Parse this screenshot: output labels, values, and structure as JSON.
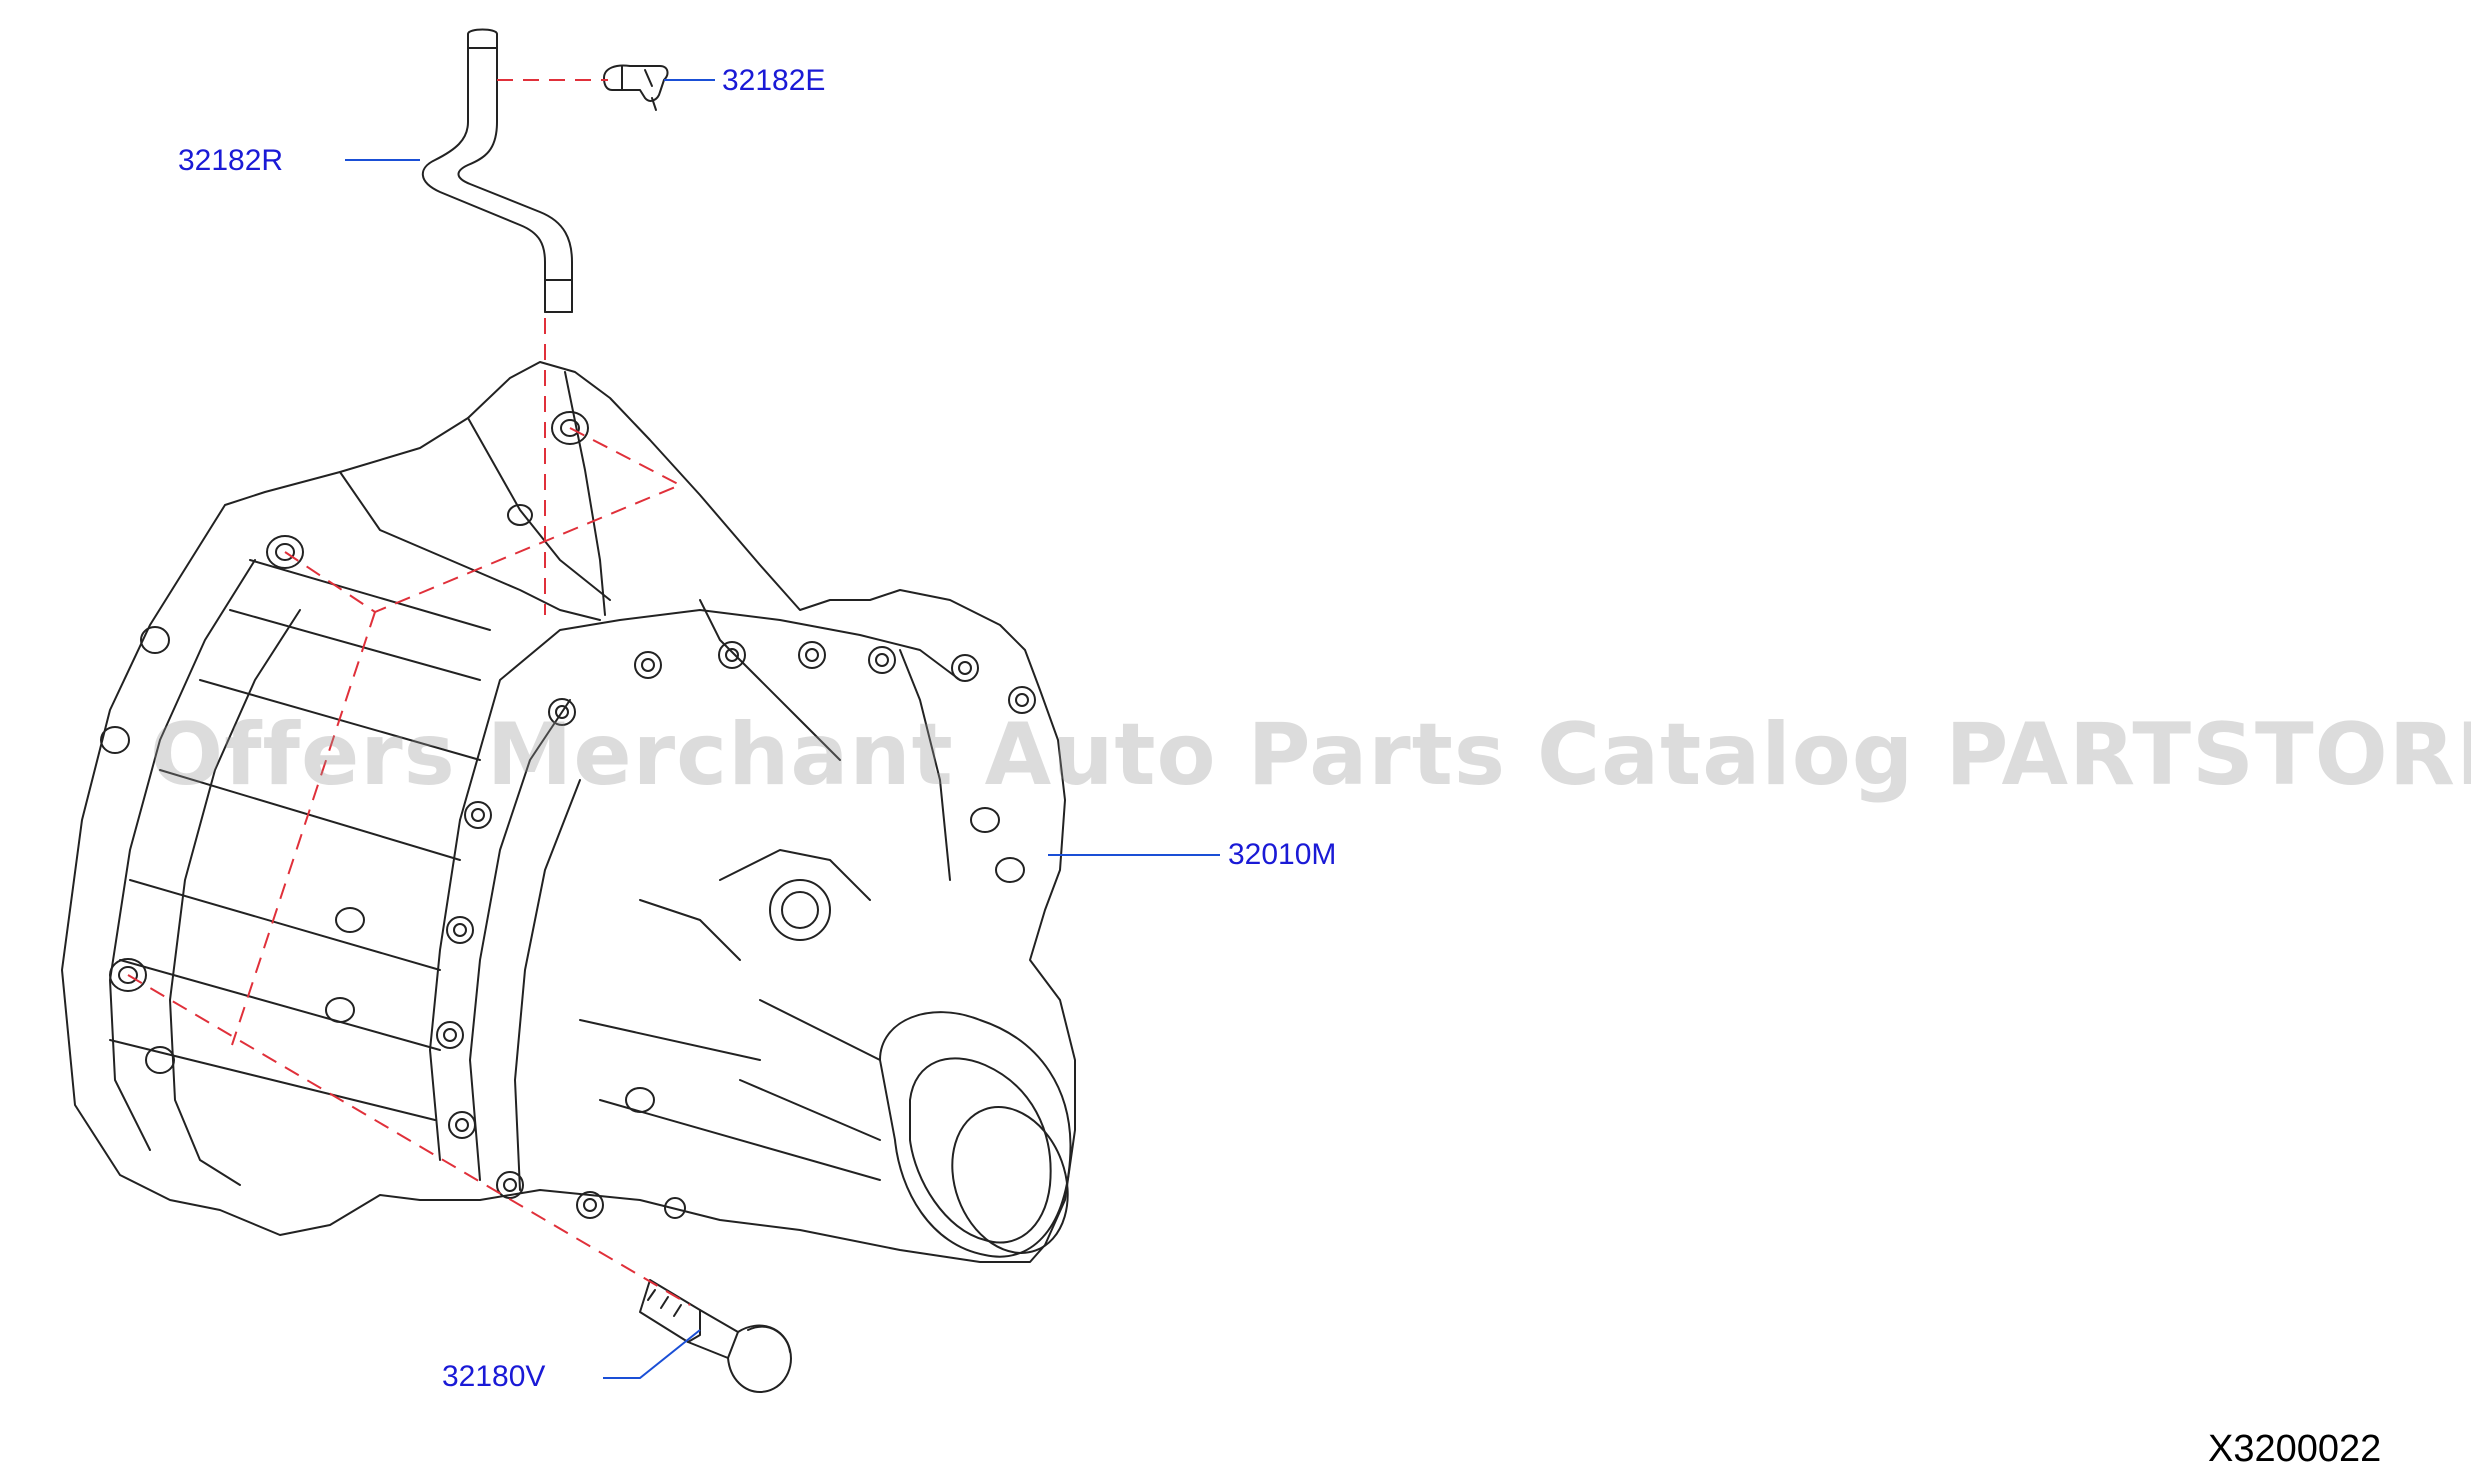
{
  "labels": {
    "p_32182E": "32182E",
    "p_32182R": "32182R",
    "p_32010M": "32010M",
    "p_32180V": "32180V"
  },
  "illustration_code": "X3200022",
  "watermark": "Offers Merchant Auto Parts Catalog PARTSTORE.SA",
  "colors": {
    "label": "#1a1ad6",
    "leader": "#1a4fd6",
    "dashed": "#e0303a",
    "line": "#222222"
  }
}
